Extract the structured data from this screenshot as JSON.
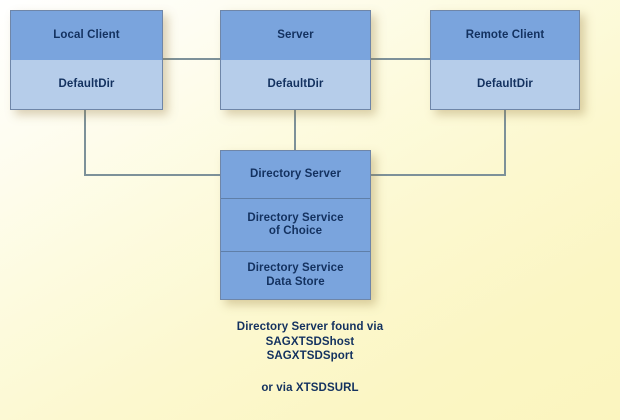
{
  "diagram": {
    "title": "Directory Server found via SAGXTSDShost SAGXTSDSport or via XTSDSURL",
    "background_top_color": "#ffffff",
    "background_bottom_color": "#fbf5bf",
    "box_header_color": "#7aa4dd",
    "box_body_color": "#b6cdea",
    "text_color": "#13315f",
    "line_color": "#7d9199",
    "border_color": "#6f86a8"
  },
  "nodes": {
    "local_client": {
      "header": "Local Client",
      "body": "DefaultDir"
    },
    "server": {
      "header": "Server",
      "body": "DefaultDir"
    },
    "remote_client": {
      "header": "Remote Client",
      "body": "DefaultDir"
    },
    "directory_server": {
      "header": "Directory Server",
      "section_2_line_1": "Directory Service",
      "section_2_line_2": "of Choice",
      "section_3_line_1": "Directory Service",
      "section_3_line_2": "Data Store"
    }
  },
  "caption": {
    "line_1": "Directory Server found via",
    "line_2": "SAGXTSDShost",
    "line_3": "SAGXTSDSport",
    "line_4": "or via XTSDSURL"
  }
}
